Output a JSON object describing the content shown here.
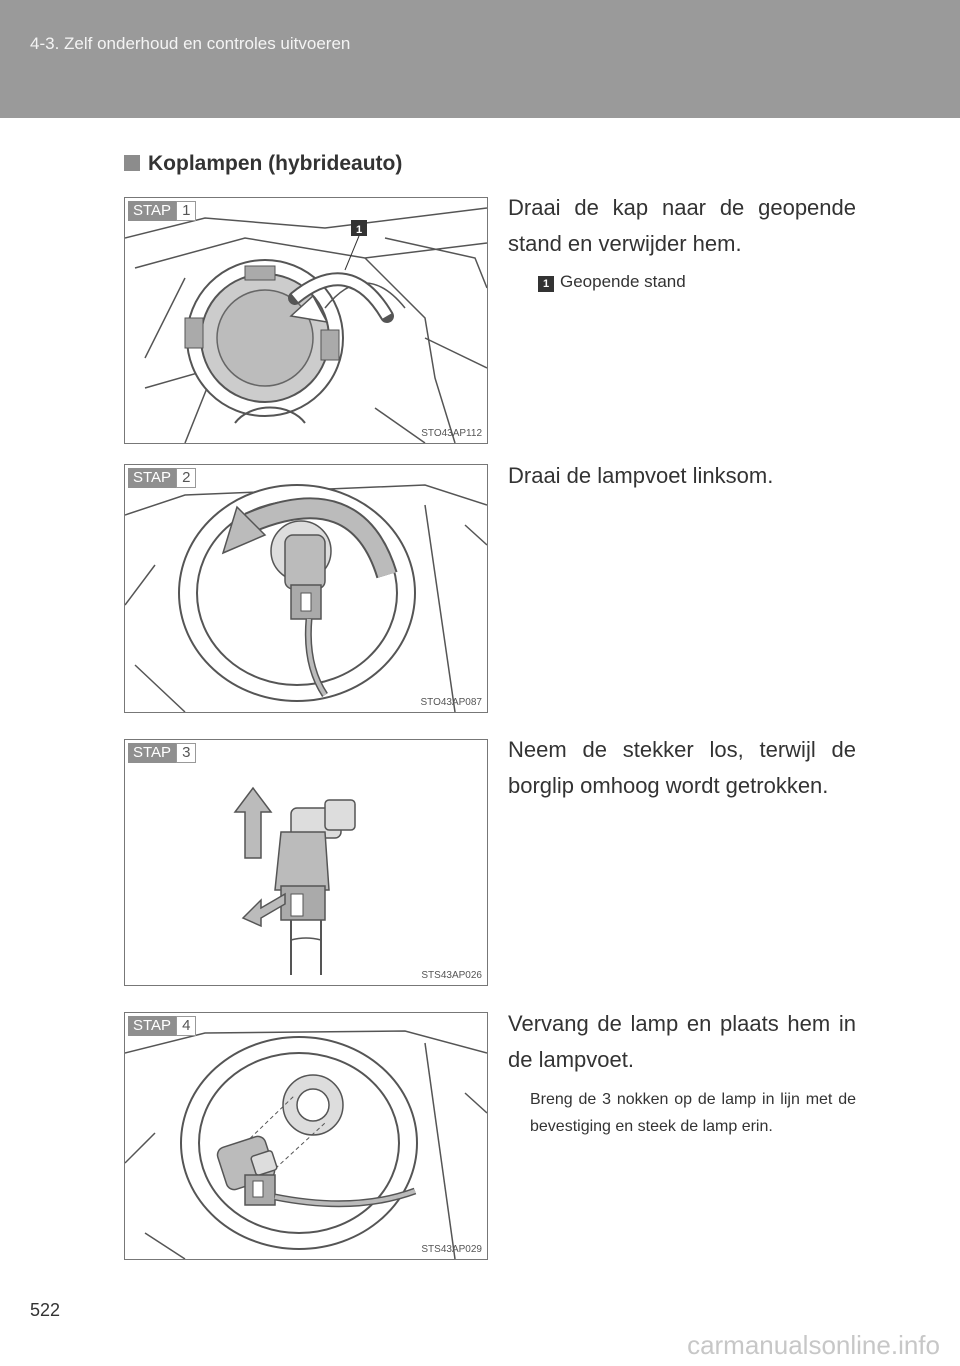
{
  "header": {
    "text": "4-3. Zelf onderhoud en controles uitvoeren"
  },
  "section_title": "Koplampen (hybrideauto)",
  "steps": [
    {
      "step_word": "STAP",
      "step_number": "1",
      "text": "Draai de kap naar de geopende stand en verwijder hem.",
      "callout_number": "1",
      "callout_text": "Geopende stand",
      "figure_code": "STO43AP112"
    },
    {
      "step_word": "STAP",
      "step_number": "2",
      "text": "Draai de lampvoet linksom.",
      "figure_code": "STO43AP087"
    },
    {
      "step_word": "STAP",
      "step_number": "3",
      "text": "Neem de stekker los, terwijl de borglip omhoog wordt getrokken.",
      "figure_code": "STS43AP026"
    },
    {
      "step_word": "STAP",
      "step_number": "4",
      "text": "Vervang de lamp en plaats hem in de lampvoet.",
      "subtext": "Breng de 3 nokken op de lamp in lijn met de bevestiging en steek de lamp erin.",
      "figure_code": "STS43AP029"
    }
  ],
  "page_number": "522",
  "watermark": "carmanualsonline.info"
}
